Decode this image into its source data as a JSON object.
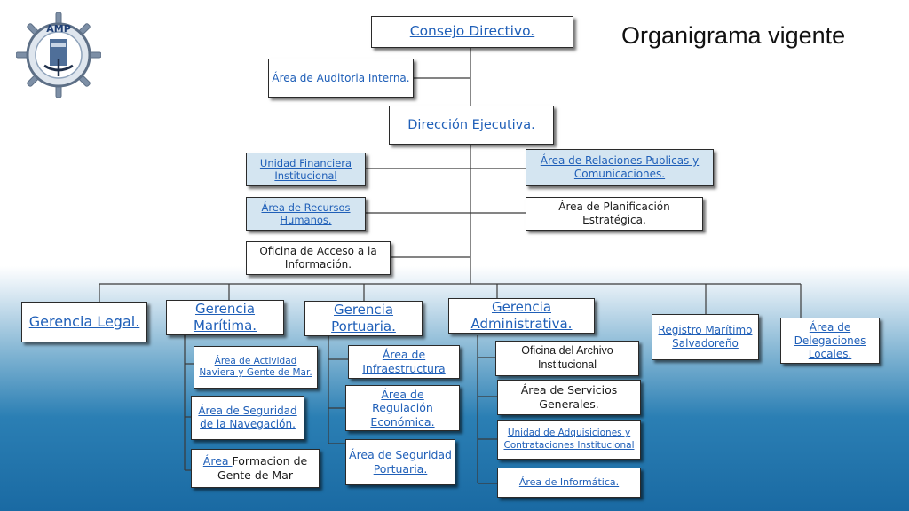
{
  "title": "Organigrama vigente",
  "logo": {
    "icon": "ship-wheel-anchor-logo",
    "text": "AMP"
  },
  "colors": {
    "link": "#1f5fb8",
    "box_fill_light": "#d4e5f1",
    "background_bottom": "#1a6aa3"
  },
  "nodes": {
    "consejo": "Consejo Directivo.",
    "auditoria": "Área de Auditoria Interna.",
    "direccion": "Dirección Ejecutiva.",
    "financiera": "Unidad Financiera Institucional",
    "relaciones": "Área de Relaciones Publicas y Comunicaciones.",
    "rrhh": "Área de Recursos Humanos.",
    "planificacion": "Área de Planificación Estratégica.",
    "acceso": "Oficina de Acceso a la Información.",
    "legal": "Gerencia Legal.",
    "maritima": "Gerencia Marítima.",
    "portuaria": "Gerencia Portuaria.",
    "administrativa": "Gerencia Administrativa.",
    "registro": "Registro Marítimo Salvadoreño",
    "delegaciones": "Área de Delegaciones Locales.",
    "naviera": "Área de Actividad Naviera y Gente de Mar.",
    "seg_navegacion": "Área de Seguridad de la Navegación.",
    "formacion_link": "Área ",
    "formacion_text": "Formacion de Gente de Mar",
    "infraestructura": "Área de Infraestructura",
    "regulacion": "Área de Regulación Económica.",
    "seg_portuaria": "Área de Seguridad Portuaria.",
    "archivo": "Oficina del Archivo Institucional",
    "servicios": "Área de Servicios Generales.",
    "adquisiciones": "Unidad de Adquisiciones y Contrataciones Institucional",
    "informatica": "Área de Informática."
  }
}
